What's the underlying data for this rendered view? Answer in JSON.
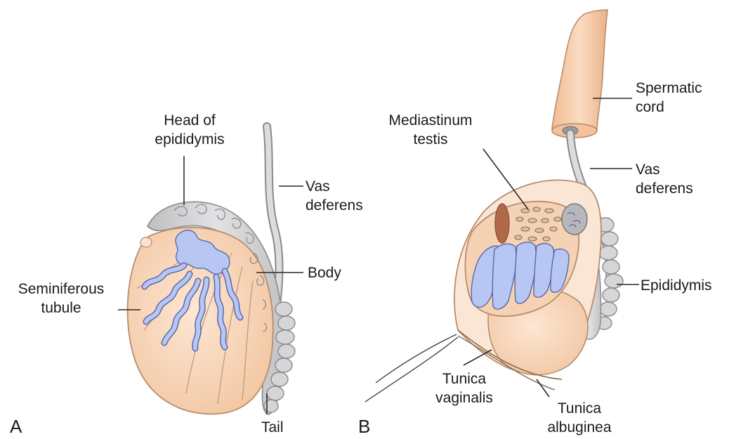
{
  "panels": {
    "a": "A",
    "b": "B"
  },
  "labels_a": {
    "head_line1": "Head of",
    "head_line2": "epididymis",
    "vas_line1": "Vas",
    "vas_line2": "deferens",
    "body": "Body",
    "seminiferous_line1": "Seminiferous",
    "seminiferous_line2": "tubule",
    "tail": "Tail"
  },
  "labels_b": {
    "spermatic_line1": "Spermatic",
    "spermatic_line2": "cord",
    "mediastinum_line1": "Mediastinum",
    "mediastinum_line2": "testis",
    "vas_line1": "Vas",
    "vas_line2": "deferens",
    "epididymis": "Epididymis",
    "vaginalis_line1": "Tunica",
    "vaginalis_line2": "vaginalis",
    "albuginea_line1": "Tunica",
    "albuginea_line2": "albuginea"
  },
  "colors": {
    "testis_fill": "#f9d7bd",
    "testis_stroke": "#b88c6c",
    "tubule_fill": "#b8c6f3",
    "tubule_stroke": "#5a69a8",
    "epididymis_fill": "#d2d2d4",
    "epididymis_stroke": "#8a8a8c",
    "cord_fill": "#f5cba8",
    "mediastinum_fill": "#d9c2a4"
  }
}
